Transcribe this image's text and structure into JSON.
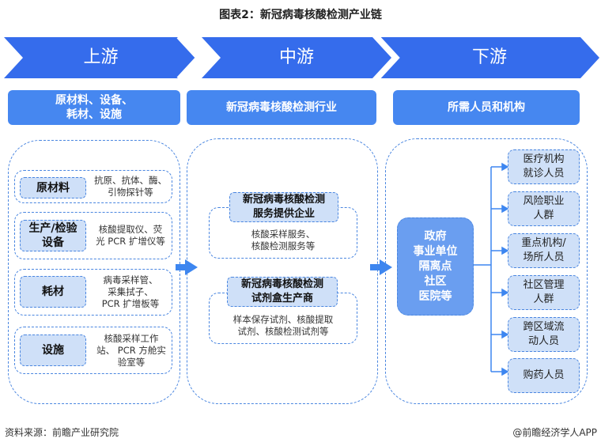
{
  "title": "图表2：新冠病毒核酸检测产业链",
  "colors": {
    "chevron": "#356cec",
    "header_box": "#4687f0",
    "label_fill": "#cfe0f8",
    "dash_border": "#4a86e0",
    "center_box": "#6a9ef0",
    "arrow": "#3d86f0"
  },
  "stages": [
    {
      "label": "上游",
      "header": "原材料、设备、\n耗材、设施"
    },
    {
      "label": "中游",
      "header": "新冠病毒核酸检测行业"
    },
    {
      "label": "下游",
      "header": "所需人员和机构"
    }
  ],
  "upstream": {
    "rows": [
      {
        "label": "原材料",
        "desc": "抗原、抗体、酶、\n引物探针等"
      },
      {
        "label": "生产/检验\n设备",
        "desc": "核酸提取仪、荧\n光 PCR 扩增仪等"
      },
      {
        "label": "耗材",
        "desc": "病毒采样管、\n采集拭子、\nPCR 扩增板等"
      },
      {
        "label": "设施",
        "desc": "核酸采样工作\n站、 PCR 方舱实\n验室等"
      }
    ]
  },
  "midstream": {
    "groups": [
      {
        "label": "新冠病毒核酸检测\n服务提供企业",
        "desc": "核酸采样服务、\n核酸检测服务等"
      },
      {
        "label": "新冠病毒核酸检测\n试剂盒生产商",
        "desc": "样本保存试剂、核酸提取\n试剂、核酸检测试剂等"
      }
    ]
  },
  "downstream": {
    "center": "政府\n事业单位\n隔离点\n社区\n医院等",
    "targets": [
      "医疗机构\n就诊人员",
      "风险职业\n人群",
      "重点机构/\n场所人员",
      "社区管理\n人群",
      "跨区域流\n动人员",
      "购药人员"
    ]
  },
  "footer": {
    "source": "资料来源：前瞻产业研究院",
    "credit": "@前瞻经济学人APP"
  }
}
